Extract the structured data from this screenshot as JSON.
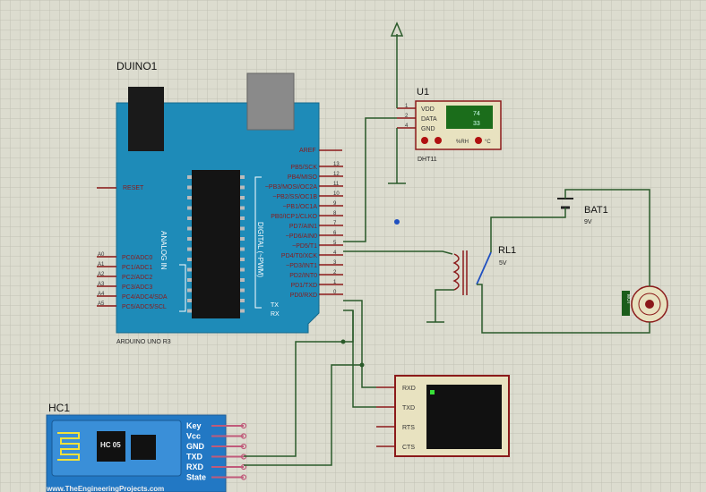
{
  "arduino": {
    "ref": "DUINO1",
    "part": "ARDUINO UNO R3",
    "reset": "RESET",
    "analog_title": "ANALOG IN",
    "digital_title": "DIGITAL (~PWM)",
    "aref": "AREF",
    "left_pins": [
      {
        "label": "PC0/ADC0",
        "num": "A0"
      },
      {
        "label": "PC1/ADC1",
        "num": "A1"
      },
      {
        "label": "PC2/ADC2",
        "num": "A2"
      },
      {
        "label": "PC3/ADC3",
        "num": "A3"
      },
      {
        "label": "PC4/ADC4/SDA",
        "num": "A4"
      },
      {
        "label": "PC5/ADC5/SCL",
        "num": "A5"
      }
    ],
    "right_pins": [
      {
        "label": "PB5/SCK",
        "num": "13"
      },
      {
        "label": "PB4/MISO",
        "num": "12"
      },
      {
        "label": "~PB3/MOSI/OC2A",
        "num": "11"
      },
      {
        "label": "~PB2/SS/OC1B",
        "num": "10"
      },
      {
        "label": "~PB1/OC1A",
        "num": "9"
      },
      {
        "label": "PB0/ICP1/CLKO",
        "num": "8"
      },
      {
        "label": "PD7/AIN1",
        "num": "7"
      },
      {
        "label": "~PD6/AIN0",
        "num": "6"
      },
      {
        "label": "~PD5/T1",
        "num": "5"
      },
      {
        "label": "PD4/T0/XCK",
        "num": "4"
      },
      {
        "label": "~PD3/INT1",
        "num": "3"
      },
      {
        "label": "PD2/INT0",
        "num": "2"
      },
      {
        "label": "PD1/TXD",
        "num": "1"
      },
      {
        "label": "PD0/RXD",
        "num": "0"
      }
    ],
    "tx": "TX",
    "rx": "RX"
  },
  "sensor": {
    "ref": "U1",
    "part": "DHT11",
    "pins": [
      "VDD",
      "DATA",
      "GND"
    ],
    "pin_nums": [
      "1",
      "2",
      "4"
    ],
    "display_top": "74",
    "display_bottom": "33",
    "rh_label": "%RH",
    "c_label": "°C"
  },
  "battery": {
    "ref": "BAT1",
    "value": "9V"
  },
  "relay": {
    "ref": "RL1",
    "value": "5V"
  },
  "motor": {
    "label": "MOT"
  },
  "terminal": {
    "pins": [
      "RXD",
      "TXD",
      "RTS",
      "CTS"
    ]
  },
  "bluetooth": {
    "ref": "HC1",
    "chip": "HC 05",
    "pins": [
      "Key",
      "Vcc",
      "GND",
      "TXD",
      "RXD",
      "State"
    ],
    "watermark": "www.TheEngineeringProjects.com"
  },
  "colors": {
    "background": "#dcdccf",
    "grid": "#c2c2b4",
    "wire": "#2a5a2a",
    "board": "#1e8bb8",
    "component": "#8b1a1a",
    "component_fill": "#e8e2c0",
    "bt_board": "#2278c4",
    "pin": "#c05a7a"
  }
}
